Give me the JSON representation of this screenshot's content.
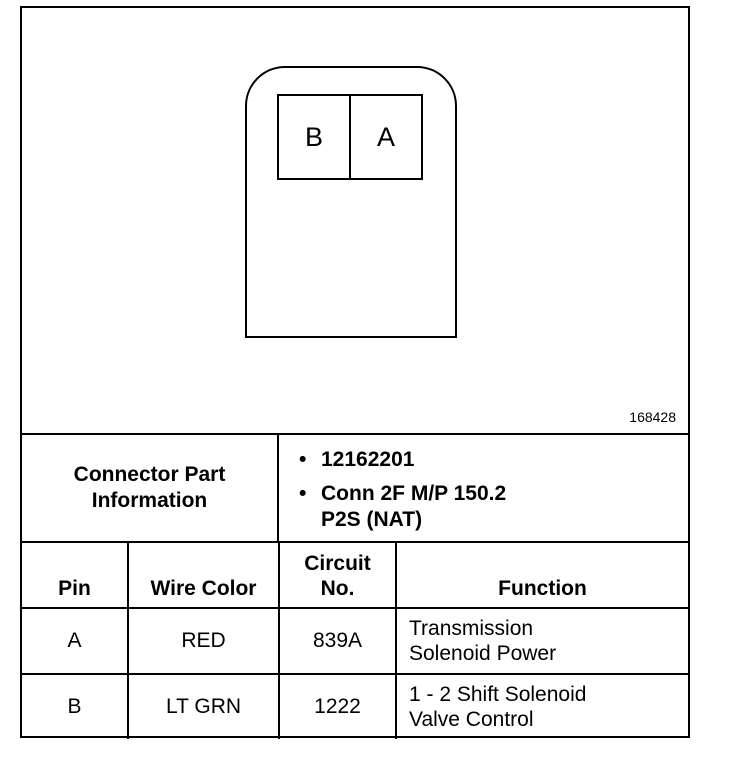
{
  "connector": {
    "pins": [
      "B",
      "A"
    ],
    "figure_id": "168428"
  },
  "part_info": {
    "label": "Connector Part\nInformation",
    "items": [
      "12162201",
      "Conn 2F M/P 150.2\nP2S (NAT)"
    ]
  },
  "table": {
    "headers": [
      "Pin",
      "Wire Color",
      "Circuit\nNo.",
      "Function"
    ],
    "rows": [
      [
        "A",
        "RED",
        "839A",
        "Transmission\nSolenoid Power"
      ],
      [
        "B",
        "LT GRN",
        "1222",
        "1 - 2 Shift Solenoid\nValve Control"
      ]
    ]
  }
}
